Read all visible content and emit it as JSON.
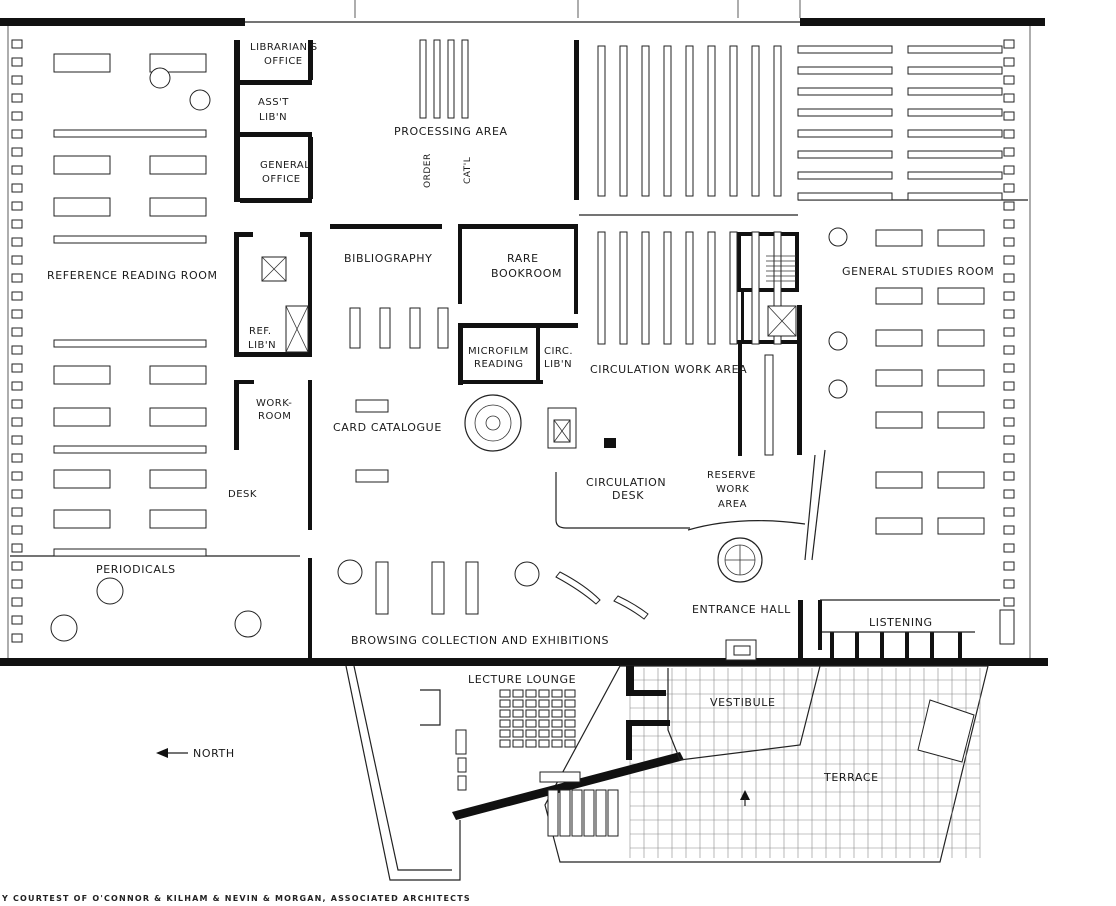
{
  "labels": {
    "librarians_office_1": "LIBRARIAN'S",
    "librarians_office_2": "OFFICE",
    "asst_libn_1": "ASS'T",
    "asst_libn_2": "LIB'N",
    "general_office_1": "GENERAL",
    "general_office_2": "OFFICE",
    "processing_area": "PROCESSING AREA",
    "order": "ORDER",
    "catl": "CAT'L",
    "reference_reading_room": "REFERENCE READING ROOM",
    "bibliography": "BIBLIOGRAPHY",
    "rare_bookroom_1": "RARE",
    "rare_bookroom_2": "BOOKROOM",
    "general_studies_room": "GENERAL STUDIES ROOM",
    "ref_libn_1": "REF.",
    "ref_libn_2": "LIB'N",
    "microfilm_1": "MICROFILM",
    "microfilm_2": "READING",
    "circ_libn_1": "CIRC.",
    "circ_libn_2": "LIB'N",
    "circulation_work_area": "CIRCULATION WORK AREA",
    "workroom_1": "WORK-",
    "workroom_2": "ROOM",
    "card_catalogue": "CARD CATALOGUE",
    "circulation_desk_1": "CIRCULATION",
    "circulation_desk_2": "DESK",
    "reserve_1": "RESERVE",
    "reserve_2": "WORK",
    "reserve_3": "AREA",
    "desk": "DESK",
    "periodicals": "PERIODICALS",
    "entrance_hall": "ENTRANCE HALL",
    "listening": "LISTENING",
    "browsing": "BROWSING COLLECTION AND EXHIBITIONS",
    "lecture_lounge": "LECTURE LOUNGE",
    "vestibule": "VESTIBULE",
    "terrace": "TERRACE",
    "north": "NORTH",
    "credit": "Y COURTEST OF O'CONNOR & KILHAM & NEVIN & MORGAN, ASSOCIATED ARCHITECTS"
  }
}
